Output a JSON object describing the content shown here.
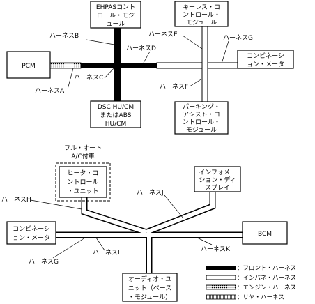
{
  "modules": {
    "pcm": "PCM",
    "ehpas": [
      "EHPASコント",
      "ロール・モジ",
      "ュール"
    ],
    "keyless": [
      "キーレス・コ",
      "ントロール・",
      "モジュール"
    ],
    "combi_top": [
      "コンビネーシ",
      "ョン・メータ"
    ],
    "parking": [
      "パーキング・",
      "アシスト・コ",
      "ントロール・",
      "モジュール"
    ],
    "dsc": [
      "DSC HU/CM",
      "またはABS",
      "HU/CM"
    ],
    "heater": [
      "ヒータ・コ",
      "ントロール",
      "・ユニット"
    ],
    "heater_note": [
      "フル・オート",
      "A/C付車"
    ],
    "info": [
      "インフォメー",
      "ション・ディ",
      "スプレイ"
    ],
    "combi_bottom": [
      "コンビネーシ",
      "ョン・メータ"
    ],
    "bcm": "BCM",
    "audio": [
      "オーディオ・ユ",
      "ニット（ベース",
      "・モジュール）"
    ]
  },
  "harness_labels": {
    "b": "ハーネスB",
    "c": "ハーネスC",
    "a": "ハーネスA",
    "d": "ハーネスD",
    "e": "ハーネスE",
    "g_top": "ハーネスG",
    "f": "ハーネスF",
    "h": "ハーネスH",
    "j": "ハーネスJ",
    "g_bottom": "ハーネスG",
    "i": "ハーネスI",
    "k": "ハーネスK"
  },
  "legend": [
    {
      "key": "front",
      "label": "：フロント・ハーネス",
      "style": "solid-black"
    },
    {
      "key": "instrument",
      "label": "：インパネ・ハーネス",
      "style": "white-outlined"
    },
    {
      "key": "engine",
      "label": "：エンジン・ハーネス",
      "style": "dotted"
    },
    {
      "key": "rear",
      "label": "：リヤ・ハーネス",
      "style": "striped-gray"
    }
  ],
  "colors": {
    "ink": "#000000",
    "paper": "#ffffff",
    "rear_harness_gray": "#9a9a9a",
    "engine_dot": "#000000"
  }
}
